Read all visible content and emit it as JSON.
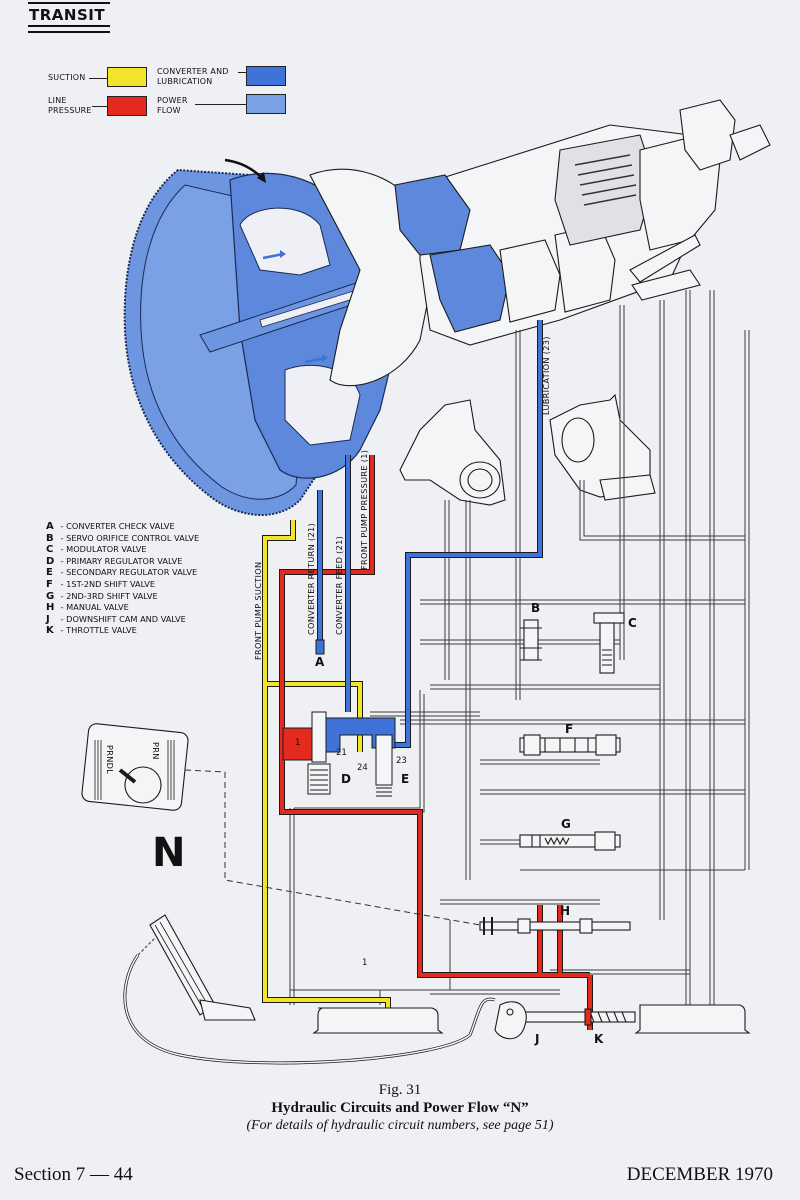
{
  "header": {
    "title": "TRANSIT"
  },
  "legend": {
    "items": [
      {
        "label": "SUCTION",
        "color": "#f2e32b"
      },
      {
        "label": "LINE\nPRESSURE",
        "label_lines": [
          "LINE",
          "PRESSURE"
        ],
        "color": "#e42a1f"
      },
      {
        "label": "CONVERTER AND LUBRICATION",
        "label_lines": [
          "CONVERTER AND",
          "LUBRICATION"
        ],
        "color": "#3f73d9"
      },
      {
        "label": "POWER FLOW",
        "label_lines": [
          "POWER",
          "FLOW"
        ],
        "color": "#7aa0e6"
      }
    ]
  },
  "valve_key": {
    "items": [
      {
        "letter": "A",
        "name": "CONVERTER CHECK VALVE"
      },
      {
        "letter": "B",
        "name": "SERVO ORIFICE CONTROL VALVE"
      },
      {
        "letter": "C",
        "name": "MODULATOR VALVE"
      },
      {
        "letter": "D",
        "name": "PRIMARY REGULATOR VALVE"
      },
      {
        "letter": "E",
        "name": "SECONDARY REGULATOR VALVE"
      },
      {
        "letter": "F",
        "name": "1ST-2ND SHIFT VALVE"
      },
      {
        "letter": "G",
        "name": "2ND-3RD SHIFT VALVE"
      },
      {
        "letter": "H",
        "name": "MANUAL VALVE"
      },
      {
        "letter": "J",
        "name": "DOWNSHIFT CAM AND VALVE"
      },
      {
        "letter": "K",
        "name": "THROTTLE VALVE"
      }
    ]
  },
  "line_labels": {
    "front_pump_suction": "FRONT PUMP SUCTION",
    "converter_return": "CONVERTER RETURN (21)",
    "converter_feed": "CONVERTER FEED (21)",
    "front_pump_pressure": "FRONT PUMP PRESSURE (1)",
    "lubrication": "LUBRICATION (23)"
  },
  "circuit_numbers": {
    "c1": "1",
    "c21": "21",
    "c24": "24",
    "c23": "23",
    "c1b": "1"
  },
  "valve_labels": {
    "A": "A",
    "B": "B",
    "C": "C",
    "D": "D",
    "E": "E",
    "F": "F",
    "G": "G",
    "H": "H",
    "J": "J",
    "K": "K"
  },
  "selector": {
    "gear_letters_left": "PRNDL",
    "gear_letters_right": "PRN",
    "selected_gear": "N"
  },
  "caption": {
    "figure": "Fig. 31",
    "title": "Hydraulic Circuits and Power Flow “N”",
    "note": "(For details of hydraulic circuit numbers, see page 51)"
  },
  "footer": {
    "section": "Section 7 — 44",
    "date": "DECEMBER 1970"
  },
  "colors": {
    "suction": "#f2e32b",
    "line_pressure": "#e42a1f",
    "converter": "#3f73d9",
    "power_flow": "#7aa0e6",
    "outline": "#222222"
  }
}
